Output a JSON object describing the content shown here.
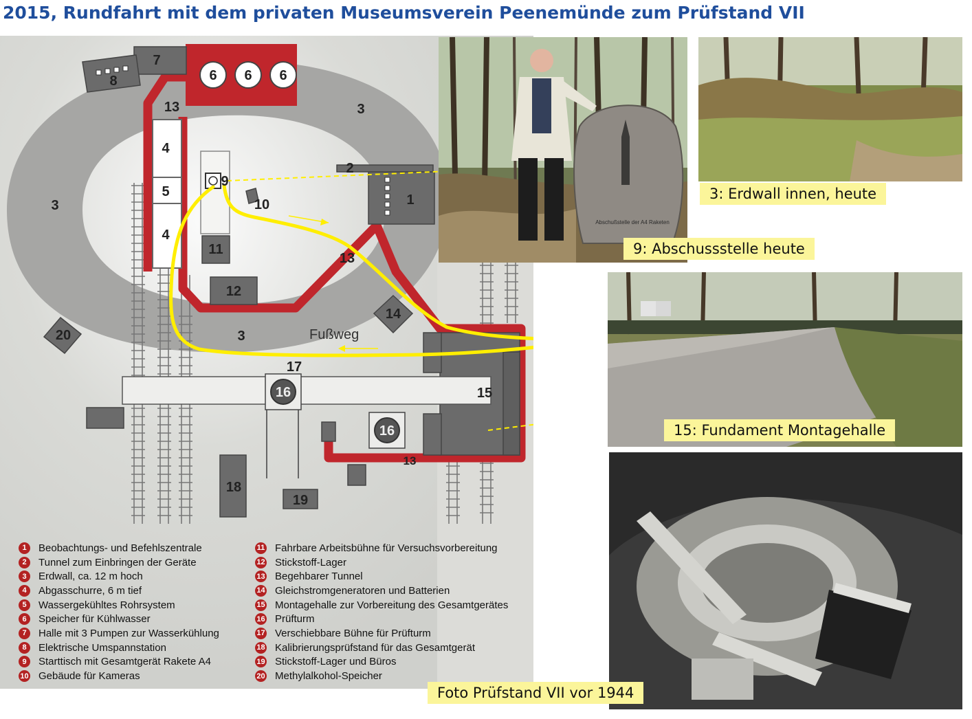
{
  "title": "2015, Rundfahrt mit dem privaten Museumsverein Peenemünde zum Prüfstand VII",
  "map_labels": {
    "n1": "1",
    "n2": "2",
    "n3a": "3",
    "n3b": "3",
    "n3c": "3",
    "n4a": "4",
    "n4b": "4",
    "n5": "5",
    "n6a": "6",
    "n6b": "6",
    "n6c": "6",
    "n7": "7",
    "n8": "8",
    "n9": "9",
    "n10": "10",
    "n11": "11",
    "n12": "12",
    "n13a": "13",
    "n13b": "13",
    "n13c": "13",
    "n14": "14",
    "n15": "15",
    "n16a": "16",
    "n16b": "16",
    "n17": "17",
    "n18": "18",
    "n19": "19",
    "n20": "20",
    "footpath": "Fußweg"
  },
  "legend_left": [
    {
      "num": "1",
      "text": "Beobachtungs- und Befehlszentrale"
    },
    {
      "num": "2",
      "text": "Tunnel zum Einbringen der Geräte"
    },
    {
      "num": "3",
      "text": "Erdwall, ca. 12 m hoch"
    },
    {
      "num": "4",
      "text": "Abgasschurre, 6 m tief"
    },
    {
      "num": "5",
      "text": "Wassergekühltes Rohrsystem"
    },
    {
      "num": "6",
      "text": "Speicher für Kühlwasser"
    },
    {
      "num": "7",
      "text": "Halle mit 3 Pumpen zur Wasserkühlung"
    },
    {
      "num": "8",
      "text": "Elektrische Umspannstation"
    },
    {
      "num": "9",
      "text": "Starttisch mit Gesamtgerät Rakete A4"
    },
    {
      "num": "10",
      "text": "Gebäude für Kameras"
    }
  ],
  "legend_right": [
    {
      "num": "11",
      "text": "Fahrbare Arbeitsbühne für Versuchsvorbereitung"
    },
    {
      "num": "12",
      "text": "Stickstoff-Lager"
    },
    {
      "num": "13",
      "text": "Begehbarer Tunnel"
    },
    {
      "num": "14",
      "text": "Gleichstromgeneratoren und Batterien"
    },
    {
      "num": "15",
      "text": "Montagehalle zur Vorbereitung des Gesamtgerätes"
    },
    {
      "num": "16",
      "text": "Prüfturm"
    },
    {
      "num": "17",
      "text": "Verschiebbare Bühne für Prüfturm"
    },
    {
      "num": "18",
      "text": "Kalibrierungsprüfstand für das Gesamtgerät"
    },
    {
      "num": "19",
      "text": "Stickstoff-Lager und Büros"
    },
    {
      "num": "20",
      "text": "Methylalkohol-Speicher"
    }
  ],
  "stone_inscription": "Abschußstelle der A4 Raketen",
  "captions": {
    "erdwall": "3: Erdwall innen, heute",
    "abschuss": "9: Abschussstelle heute",
    "fundament": "15: Fundament Montagehalle",
    "foto": "Foto Prüfstand VII vor 1944"
  },
  "colors": {
    "title": "#1f4e9c",
    "tunnel": "#c0262c",
    "path": "#ffee00",
    "caption_bg": "#fbf59a",
    "building": "#6b6b6b"
  }
}
